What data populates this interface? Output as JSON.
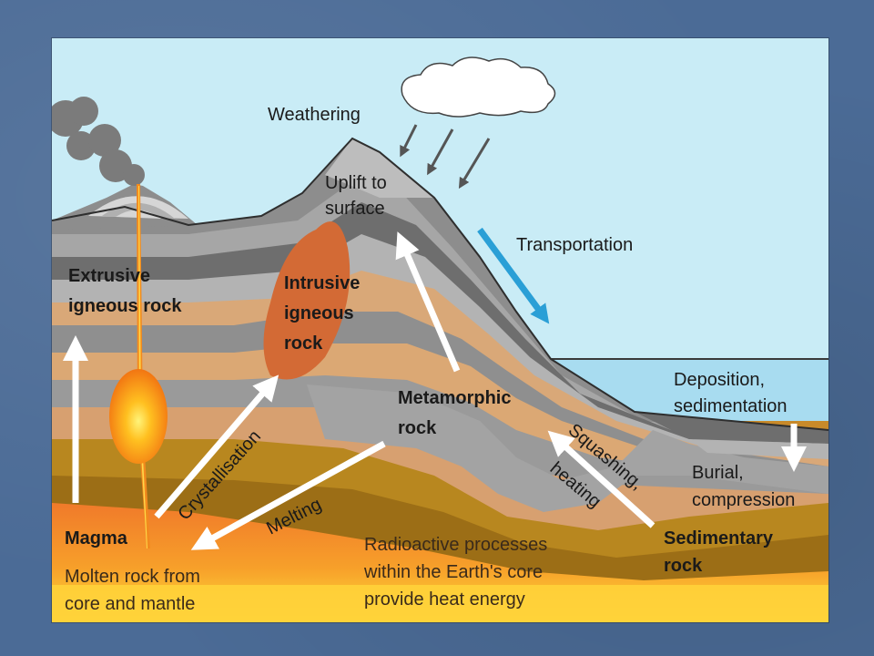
{
  "labels": {
    "weathering": "Weathering",
    "uplift_1": "Uplift to",
    "uplift_2": "surface",
    "transportation": "Transportation",
    "extrusive_1": "Extrusive",
    "extrusive_2": "igneous rock",
    "intrusive_1": "Intrusive",
    "intrusive_2": "igneous",
    "intrusive_3": "rock",
    "metamorphic_1": "Metamorphic",
    "metamorphic_2": "rock",
    "deposition_1": "Deposition,",
    "deposition_2": "sedimentation",
    "burial_1": "Burial,",
    "burial_2": "compression",
    "squashing": "Squashing,",
    "heating": "heating",
    "crystallisation": "Crystallisation",
    "melting": "Melting",
    "magma": "Magma",
    "molten_1": "Molten rock from",
    "molten_2": "core and mantle",
    "radio_1": "Radioactive processes",
    "radio_2": "within the Earth's core",
    "radio_3": "provide heat energy",
    "sedimentary_1": "Sedimentary",
    "sedimentary_2": "rock"
  },
  "colors": {
    "sky": "#c9ecf6",
    "sea": "#a8dcf0",
    "magma": "#f28a1e",
    "arrow": "#ffffff",
    "transport_arrow": "#2a9fd6"
  }
}
